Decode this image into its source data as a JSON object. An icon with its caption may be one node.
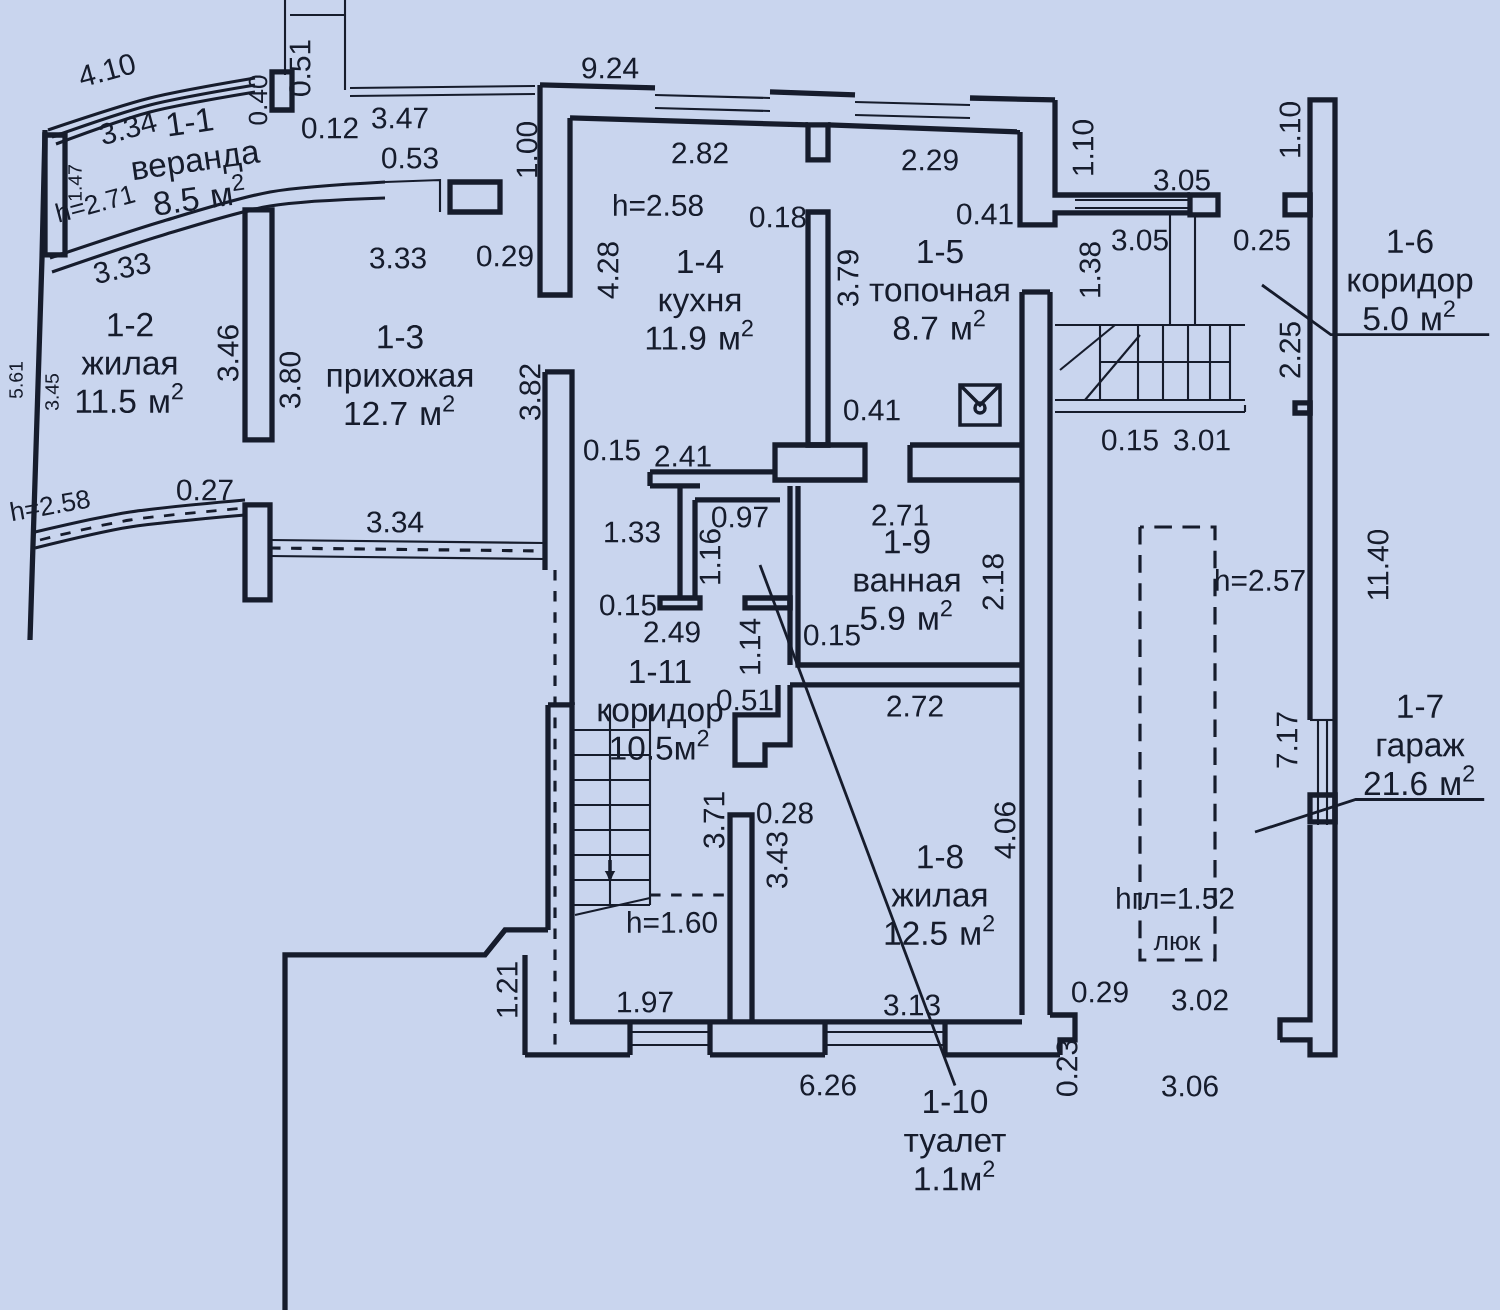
{
  "diagram": {
    "nodes": [
      {
        "text": [
          "1-6 коридор 5.0 м$^{2}$"
        ]
      },
      {
        "text": [
          "1-7 гараж 21.6 м$^{2}$"
        ]
      },
      {
        "text": [
          "1-10 туалет 1.1м$^{2}$"
        ]
      }
    ],
    "edges": [
      {
        "from": 0,
        "to": null,
        "arrow": "none"
      },
      {
        "from": 1,
        "to": null,
        "arrow": "none"
      },
      {
        "from": 2,
        "to": null,
        "arrow": "none"
      }
    ],
    "labels": [
      "0.51",
      "9.24",
      "4.10",
      "0.40",
      "3.34",
      "0.12",
      "3.47",
      "1.00",
      "1.10",
      "1.10",
      "2.82",
      "2.29",
      "1-1 веранда 8.5 м$^{2}$",
      "0.53",
      "1.47",
      "3.05",
      "h=2.71",
      "h=2.58",
      "0.18",
      "0.41",
      "3.33",
      "3.33",
      "0.29",
      "4.28",
      "1-4 кухня 11.9 м$^{2}$",
      "3.79",
      "1-5 топочная 8.7 м$^{2}$",
      "1.38",
      "3.05",
      "0.25",
      "5.61",
      "3.45",
      "1-2 жилая 11.5 м$^{2}$",
      "3.46",
      "3.80",
      "1-3 прихожая 12.7 м$^{2}$",
      "3.82",
      "2.25",
      "0.41",
      "0.15",
      "2.41",
      "0.15",
      "3.01",
      "h=2.58",
      "0.27",
      "3.34",
      "1.33",
      "0.97",
      "2.71",
      "1.16",
      "1-9 ванная 5.9 м$^{2}$",
      "2.18",
      "h=2.57",
      "11.40",
      "0.15",
      "2.49",
      "0.15",
      "1.14",
      "1-11 коридор 10.5м$^{2}$",
      "0.51",
      "2.72",
      "7.17",
      "3.71",
      "0.28",
      "4.06",
      "3.43",
      "1-8 жилая 12.5 м$^{2}$",
      "hгл=1.52",
      "h=1.60",
      "люк",
      "1.21",
      "1.97",
      "3.13",
      "0.29",
      "3.02",
      "0.23",
      "6.26",
      "3.06"
    ]
  }
}
